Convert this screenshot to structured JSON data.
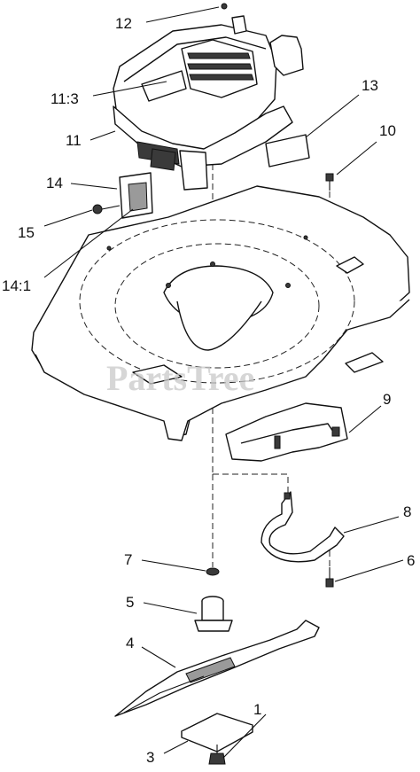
{
  "watermark": "PartsTree",
  "callouts": {
    "c1": "1",
    "c3": "3",
    "c4": "4",
    "c5": "5",
    "c6": "6",
    "c7": "7",
    "c8": "8",
    "c9": "9",
    "c10": "10",
    "c11": "11",
    "c11_3": "11:3",
    "c12": "12",
    "c13": "13",
    "c14": "14",
    "c14_1": "14:1",
    "c15": "15"
  }
}
